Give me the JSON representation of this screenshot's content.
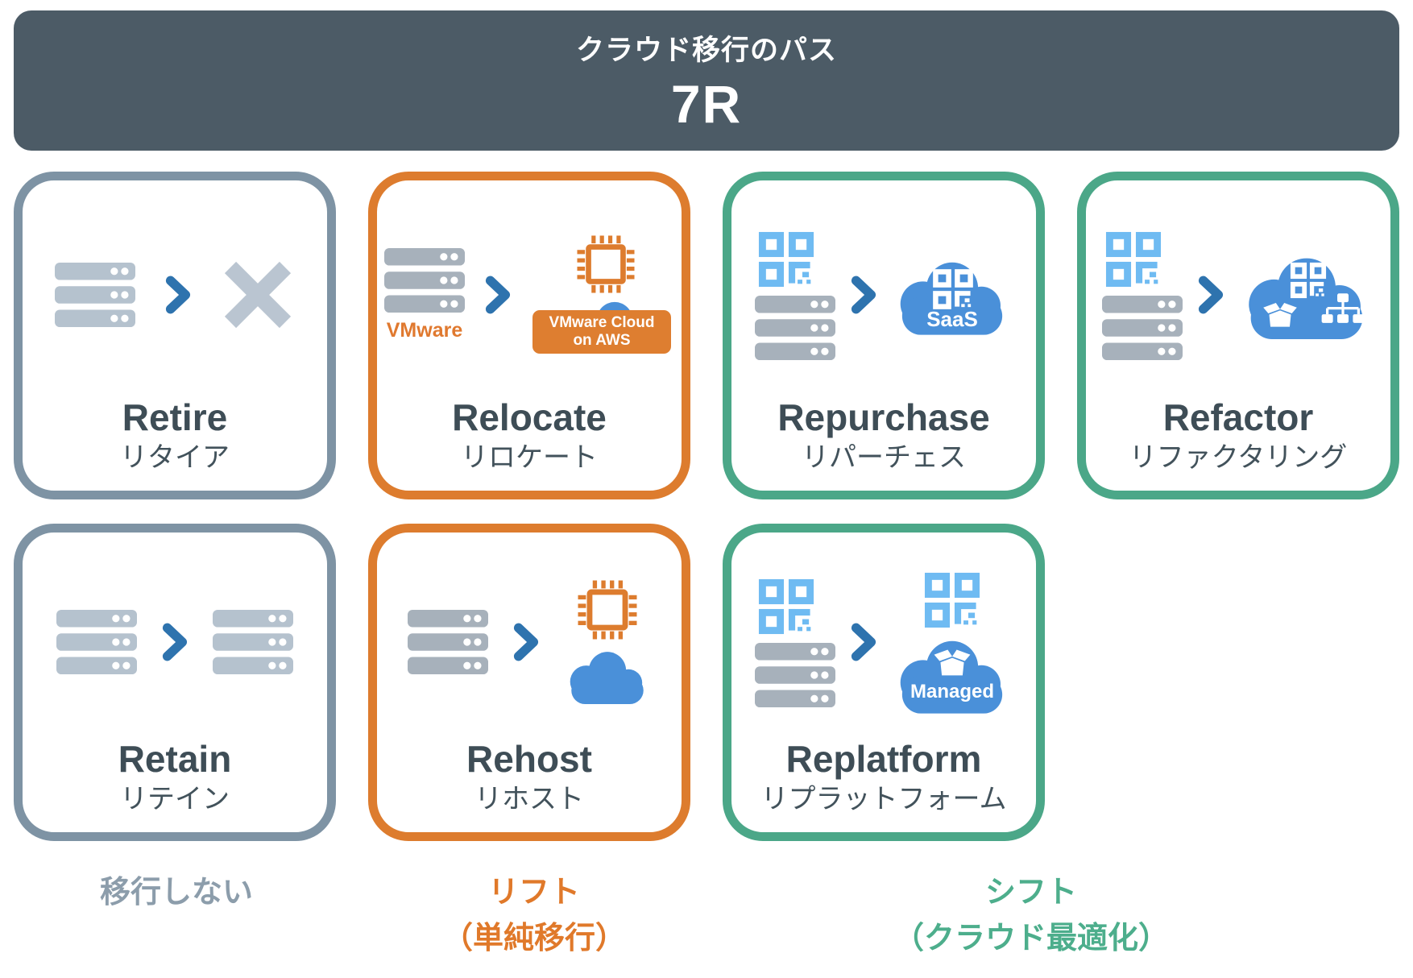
{
  "header": {
    "subtitle": "クラウド移行のパス",
    "title": "7R"
  },
  "cards": [
    {
      "id": "retire",
      "title": "Retire",
      "subtitle": "リタイア",
      "group": "no-migration"
    },
    {
      "id": "relocate",
      "title": "Relocate",
      "subtitle": "リロケート",
      "group": "lift",
      "vmware_label": "VMware",
      "badge_line1": "VMware Cloud",
      "badge_line2": "on AWS"
    },
    {
      "id": "repurchase",
      "title": "Repurchase",
      "subtitle": "リパーチェス",
      "group": "shift",
      "cloud_label": "SaaS"
    },
    {
      "id": "refactor",
      "title": "Refactor",
      "subtitle": "リファクタリング",
      "group": "shift"
    },
    {
      "id": "retain",
      "title": "Retain",
      "subtitle": "リテイン",
      "group": "no-migration"
    },
    {
      "id": "rehost",
      "title": "Rehost",
      "subtitle": "リホスト",
      "group": "lift"
    },
    {
      "id": "replatform",
      "title": "Replatform",
      "subtitle": "リプラットフォーム",
      "group": "shift",
      "cloud_label": "Managed"
    }
  ],
  "footer": {
    "groups": [
      {
        "line1": "移行しない",
        "line2": "",
        "color": "#8C9DAB"
      },
      {
        "line1": "リフト",
        "line2": "（単純移行）",
        "color": "#E0792A"
      },
      {
        "line1": "シフト",
        "line2": "（クラウド最適化）",
        "color": "#4DAE8C"
      }
    ]
  },
  "colors": {
    "header_bg": "#4C5B66",
    "card_border_gray": "#7E93A4",
    "card_border_orange": "#DD7C2E",
    "card_border_green": "#4BA788",
    "arrow_blue": "#2E73AE",
    "cloud_blue": "#4A90D9",
    "app_icon_blue": "#6FBBF2",
    "server_gray_light": "#B5C2CE",
    "server_gray": "#A7B1BB",
    "x_mark_gray": "#BAC5D1",
    "title_text": "#3E4D56",
    "badge_bg": "#DE7E30"
  },
  "icons": [
    "server-stack-icon",
    "arrow-right-icon",
    "x-mark-icon",
    "cpu-chip-icon",
    "cloud-icon",
    "app-grid-icon",
    "open-box-icon",
    "org-tree-icon"
  ]
}
